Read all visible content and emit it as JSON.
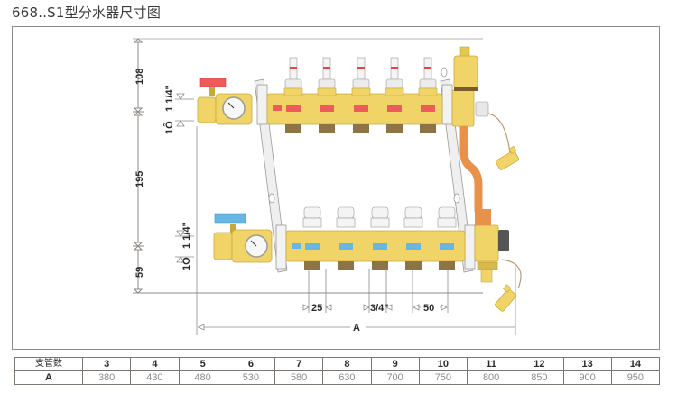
{
  "title": "668..S1型分水器尺寸图",
  "dimensions": {
    "top_height": "108",
    "middle_height": "195",
    "bottom_height": "59",
    "inlet_size_top": "1 1/4\"",
    "inlet_size_bottom": "1 1/4\"",
    "rotate_mark_top": "1Ô",
    "rotate_mark_bottom": "1Ô",
    "outlet_offset": "25",
    "outlet_thread": "3/4\"",
    "outlet_spacing": "50",
    "total_length": "A"
  },
  "colors": {
    "brass": "#f0d468",
    "brass_dark": "#c9a83a",
    "brass_shadow": "#8c7446",
    "supply_handle": "#ef5b5b",
    "return_handle": "#67b6e3",
    "pipe": "#e8914a",
    "bracket": "#e4e4e4",
    "line": "#8f8a86"
  },
  "table": {
    "row_headers": [
      "支管数",
      "A"
    ],
    "outlets": [
      "3",
      "4",
      "5",
      "6",
      "7",
      "8",
      "9",
      "10",
      "11",
      "12",
      "13",
      "14"
    ],
    "lengths": [
      "380",
      "430",
      "480",
      "530",
      "580",
      "630",
      "700",
      "750",
      "800",
      "850",
      "900",
      "950"
    ]
  }
}
